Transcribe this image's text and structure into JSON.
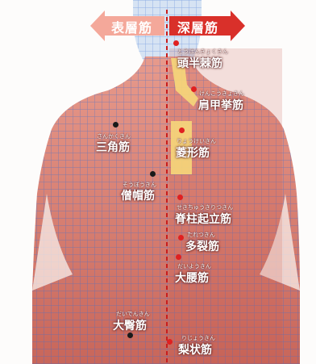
{
  "header": {
    "superficial_label": "表層筋",
    "deep_label": "深層筋",
    "superficial_color": "#f4a89a",
    "deep_color": "#d9302a"
  },
  "colors": {
    "grid_line": "#3a6fd1",
    "muscle_base": "#d9847a",
    "highlight_yellow": "#f6d77a",
    "dashed_divider": "#c81e1e",
    "skin_blue": "#cfe0f6"
  },
  "muscles": {
    "tohankyokin": {
      "reading": "とうはんきょくきん",
      "name": "頭半棘筋"
    },
    "kenkokyokin": {
      "reading": "けんこうきょきん",
      "name": "肩甲挙筋"
    },
    "sankakukin": {
      "reading": "さんかくきん",
      "name": "三角筋"
    },
    "ryokeikin": {
      "reading": "りょうけいきん",
      "name": "菱形筋"
    },
    "sobokin": {
      "reading": "そうぼうきん",
      "name": "僧帽筋"
    },
    "sekichukiritsukin": {
      "reading": "せきちゅうきりつきん",
      "name": "脊柱起立筋"
    },
    "taretsukin": {
      "reading": "たれつきん",
      "name": "多裂筋"
    },
    "daiyokin": {
      "reading": "だいようきん",
      "name": "大腰筋"
    },
    "daidenkin": {
      "reading": "だいでんきん",
      "name": "大臀筋"
    },
    "rijokin": {
      "reading": "りじょうきん",
      "name": "梨状筋"
    }
  }
}
